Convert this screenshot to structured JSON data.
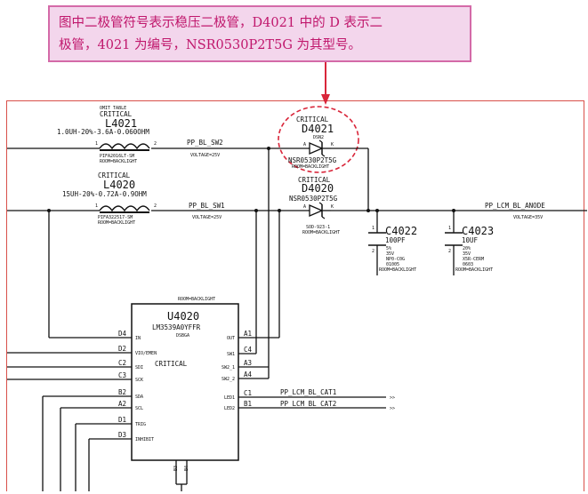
{
  "annotation": {
    "line1": "图中二极管符号表示稳压二极管，D4021 中的 D 表示二",
    "line2": "极管，4021 为编号，NSR0530P2T5G 为其型号。"
  },
  "colors": {
    "annotation_bg": "#f3d6ec",
    "annotation_text": "#c0176c",
    "callout": "#d9263a",
    "frame": "#d9504a"
  },
  "l4021": {
    "note": "OMIT TABLE",
    "critical": "CRITICAL",
    "ref": "L4021",
    "spec": "1.0UH-20%-3.6A-0.060OHM",
    "part": "PIFA2016LT-SM",
    "group": "ROOM=BACKLIGHT",
    "pin1": "1",
    "pin2": "2"
  },
  "l4020": {
    "critical": "CRITICAL",
    "ref": "L4020",
    "spec": "15UH-20%-0.72A-0.9OHM",
    "part": "PIFA322517-SM",
    "group": "ROOM=BACKLIGHT",
    "pin1": "1",
    "pin2": "2"
  },
  "nets": {
    "sw2": "PP_BL_SW2",
    "sw1": "PP_BL_SW1",
    "sw_voltage": "VOLTAGE=25V",
    "anode": "PP_LCM_BL_ANODE",
    "anode_voltage": "VOLTAGE=35V",
    "cat1": "PP_LCM_BL_CAT1",
    "cat2": "PP_LCM_BL_CAT2",
    "offpage": ">>"
  },
  "d4021": {
    "critical": "CRITICAL",
    "ref": "D4021",
    "pkg": "DSN2",
    "a": "A",
    "k": "K",
    "part": "NSR0530P2T5G",
    "group": "ROOM=BACKLIGHT"
  },
  "d4020": {
    "critical": "CRITICAL",
    "ref": "D4020",
    "part": "NSR0530P2T5G",
    "a": "A",
    "k": "K",
    "pkg": "SOD-923-1",
    "group": "ROOM=BACKLIGHT"
  },
  "c4022": {
    "ref": "C4022",
    "value": "100PF",
    "pin1": "1",
    "pin2": "2",
    "l1": "5%",
    "l2": "35V",
    "l3": "NP0-C0G",
    "l4": "01005",
    "group": "ROOM=BACKLIGHT"
  },
  "c4023": {
    "ref": "C4023",
    "value": "10UF",
    "pin1": "1",
    "pin2": "2",
    "l1": "20%",
    "l2": "35V",
    "l3": "X5R-CERM",
    "l4": "0603",
    "group": "ROOM=BACKLIGHT"
  },
  "u4020": {
    "room": "ROOM=BACKLIGHT",
    "ref": "U4020",
    "part": "LM3539A0YFFR",
    "pkg": "DSBGA",
    "critical": "CRITICAL",
    "left_pins": [
      {
        "ball": "D4",
        "name": "IN"
      },
      {
        "ball": "D2",
        "name": "VIO/EMEN"
      },
      {
        "ball": "C2",
        "name": "SDI"
      },
      {
        "ball": "C3",
        "name": "SCK"
      },
      {
        "ball": "B2",
        "name": "SDA"
      },
      {
        "ball": "A2",
        "name": "SCL"
      },
      {
        "ball": "D1",
        "name": "TRIG"
      },
      {
        "ball": "D3",
        "name": "INHIBIT"
      }
    ],
    "right_pins": [
      {
        "ball": "A1",
        "name": "OUT"
      },
      {
        "ball": "C4",
        "name": "SW1"
      },
      {
        "ball": "A3",
        "name": "SW2_1"
      },
      {
        "ball": "A4",
        "name": "SW2_2"
      },
      {
        "ball": "C1",
        "name": "LED1"
      },
      {
        "ball": "B1",
        "name": "LED2"
      }
    ],
    "gnd_pin1": "B3",
    "gnd_pin2": "B4"
  }
}
